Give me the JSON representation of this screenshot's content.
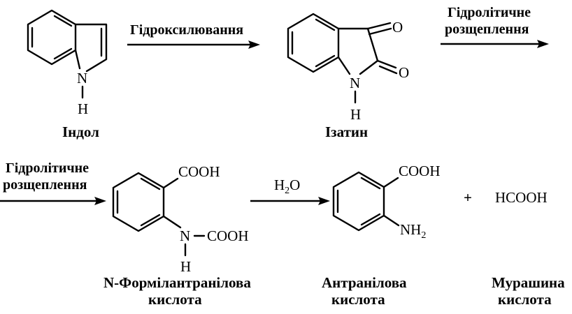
{
  "reaction": {
    "step1_label": "Гідроксилювання",
    "step2_label_line1": "Гідролітичне",
    "step2_label_line2": "розщеплення",
    "step3_label_line1": "Гідролітичне",
    "step3_label_line2": "розщеплення",
    "step4_label": "H",
    "step4_label_sub": "2",
    "step4_label_tail": "O",
    "plus": "+"
  },
  "compounds": {
    "indole": {
      "name": "Індол",
      "n": "N",
      "h": "H"
    },
    "isatin": {
      "name": "Ізатин",
      "n": "N",
      "h": "H",
      "o_top": "O",
      "o_bottom": "O"
    },
    "formylanthranilic": {
      "name_line1": "N-Формілантранілова",
      "name_line2": "кислота",
      "cooh": "COOH",
      "n": "N",
      "n_cooh": "COOH",
      "h": "H"
    },
    "anthranilic": {
      "name_line1": "Антранілова",
      "name_line2": "кислота",
      "cooh": "COOH",
      "nh": "NH",
      "nh_sub": "2"
    },
    "formic": {
      "formula": "HCOOH",
      "name_line1": "Мурашина",
      "name_line2": "кислота"
    }
  }
}
